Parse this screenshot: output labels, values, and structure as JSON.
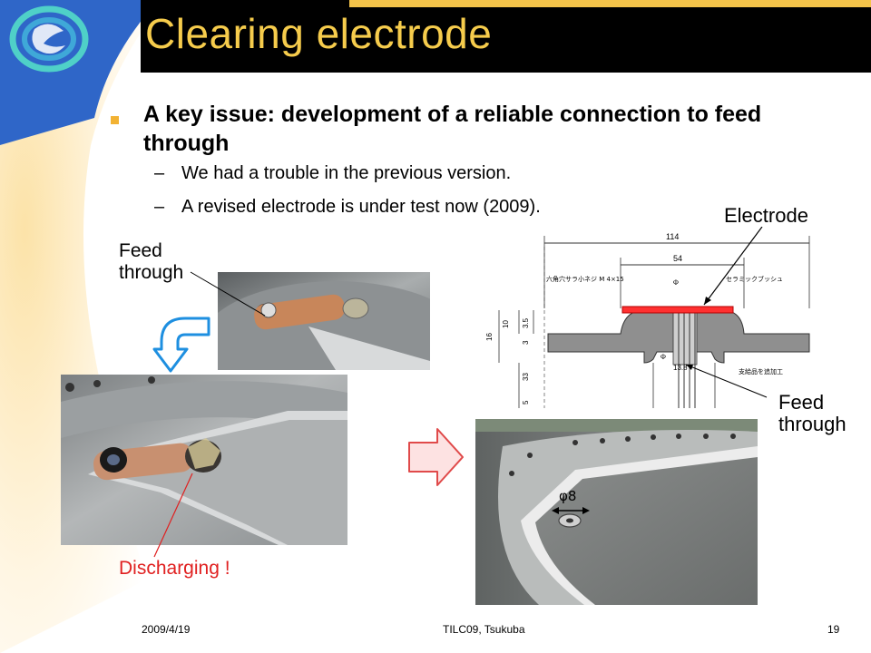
{
  "slide": {
    "title": "Clearing electrode",
    "bullet": "A key issue: development of a reliable connection to feed through",
    "sub_bullets": [
      {
        "dash": "–",
        "text": "We had a trouble in the previous version."
      },
      {
        "dash": "–",
        "text": "A revised electrode is under test now (2009)."
      }
    ]
  },
  "labels": {
    "feed_through_left_1": "Feed",
    "feed_through_left_2": "through",
    "electrode": "Electrode",
    "feed_through_right_1": "Feed",
    "feed_through_right_2": "through",
    "discharging": "Discharging !",
    "phi8": "φ8"
  },
  "drawing": {
    "dim_114": "114",
    "dim_54": "54",
    "text_left": "六角穴サラ小ネジ M 4×15",
    "text_right": "セラミックブッシュ",
    "text_note": "支給品を追加工",
    "dim_phi": "Φ",
    "dim_13_8": "13.8",
    "dim_10": "10",
    "dim_3_5": "3.5",
    "dim_16": "16",
    "dim_3": "3",
    "dim_33": "33",
    "dim_5": "5"
  },
  "footer": {
    "date": "2009/4/19",
    "conference": "TILC09,  Tsukuba",
    "page": "19"
  },
  "colors": {
    "title_bg": "#000000",
    "title_text": "#f6cc4c",
    "accent_orange": "#f2b233",
    "blue_corner": "#2f66c8",
    "red": "#e02020"
  }
}
